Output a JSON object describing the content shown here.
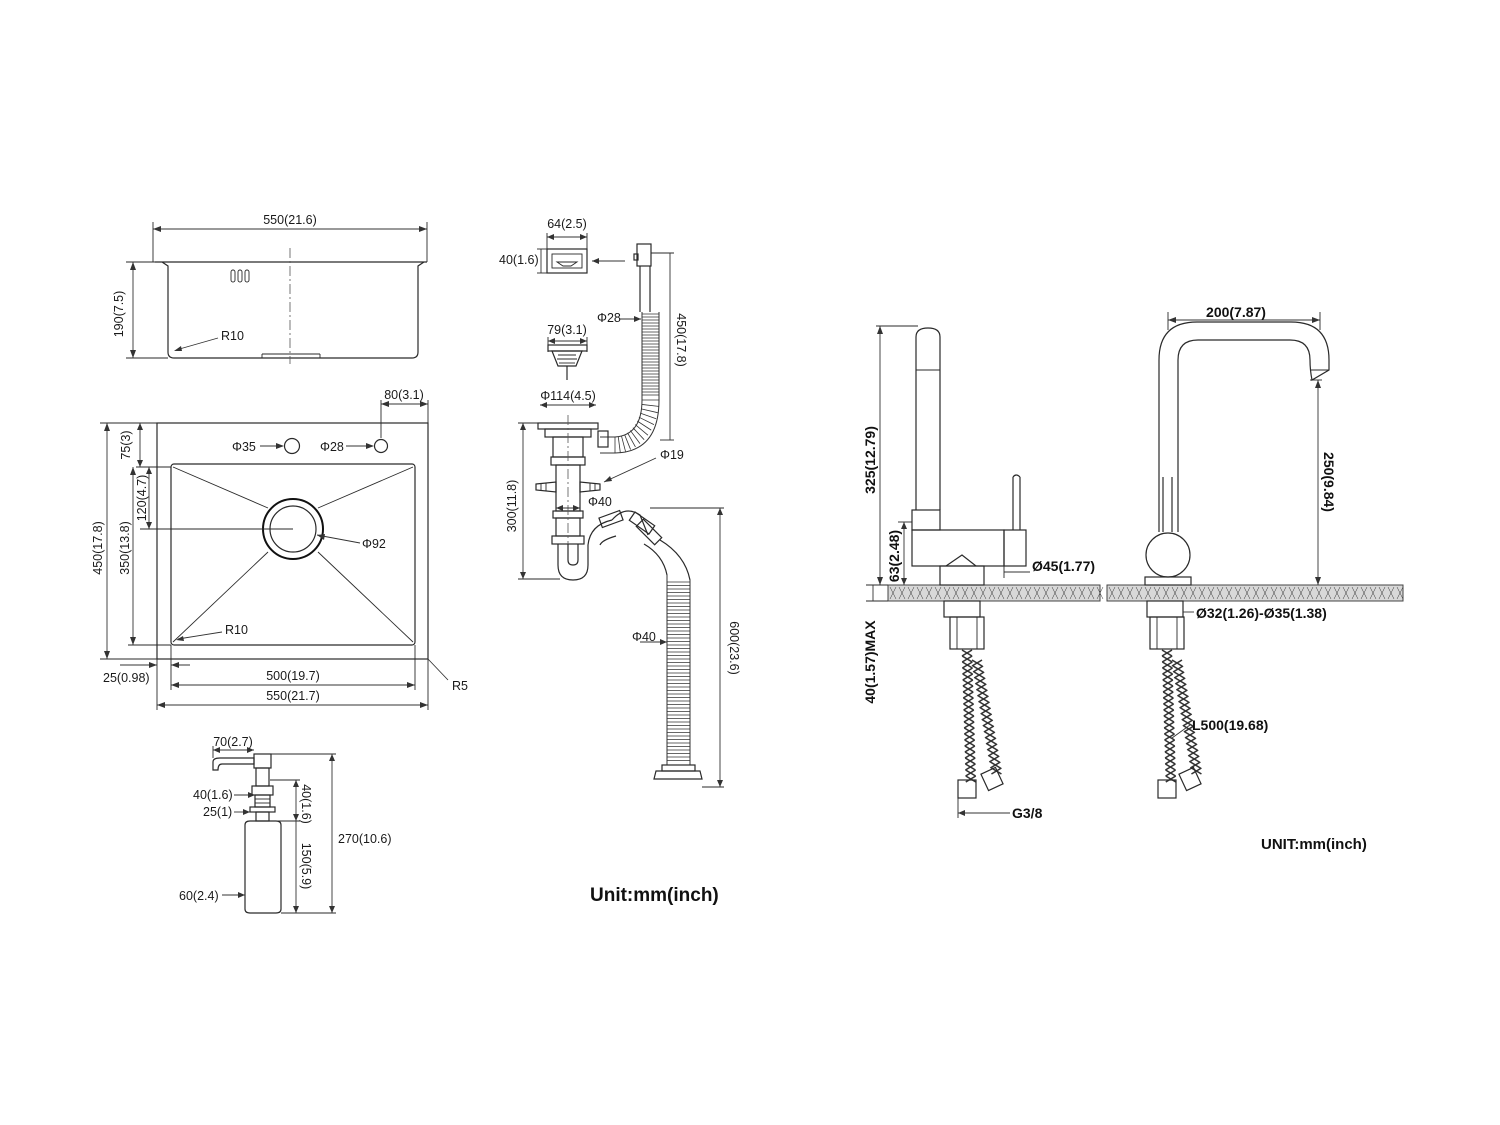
{
  "sink_front": {
    "width": "550(21.6)",
    "height": "190(7.5)",
    "radius": "R10"
  },
  "sink_top": {
    "offset_right": "80(3.1)",
    "hole1": "Φ35",
    "hole2": "Φ28",
    "top_margin": "75(3)",
    "drain_offset": "120(4.7)",
    "drain": "Φ92",
    "inner_depth": "350(13.8)",
    "outer_depth": "450(17.8)",
    "corner_radius": "R10",
    "inner_width": "500(19.7)",
    "outer_width": "550(21.7)",
    "edge": "25(0.98)",
    "outer_radius": "R5"
  },
  "dispenser": {
    "nozzle": "70(2.7)",
    "collar": "40(1.6)",
    "thread": "25(1)",
    "upper_height": "40(1.6)",
    "total_height": "270(10.6)",
    "bottle_height": "150(5.9)",
    "diameter": "60(2.4)"
  },
  "drain": {
    "overflow_w": "64(2.5)",
    "overflow_h": "40(1.6)",
    "hose_dia": "Φ28",
    "hose_len": "450(17.8)",
    "basket": "79(3.1)",
    "flange": "Φ114(4.5)",
    "inlet": "Φ19",
    "pipe_dia": "Φ40",
    "depth": "300(11.8)",
    "outlet": "Φ40",
    "outlet_len": "600(23.6)",
    "unit": "Unit:mm(inch)"
  },
  "faucet": {
    "reach": "200(7.87)",
    "total_height": "325(12.79)",
    "spout_height": "250(9.84)",
    "base_height": "63(2.48)",
    "base_dia": "Ø45(1.77)",
    "deck": "40(1.57)MAX",
    "hole": "Ø32(1.26)-Ø35(1.38)",
    "hose": "L500(19.68)",
    "thread": "G3/8",
    "unit": "UNIT:mm(inch)"
  }
}
